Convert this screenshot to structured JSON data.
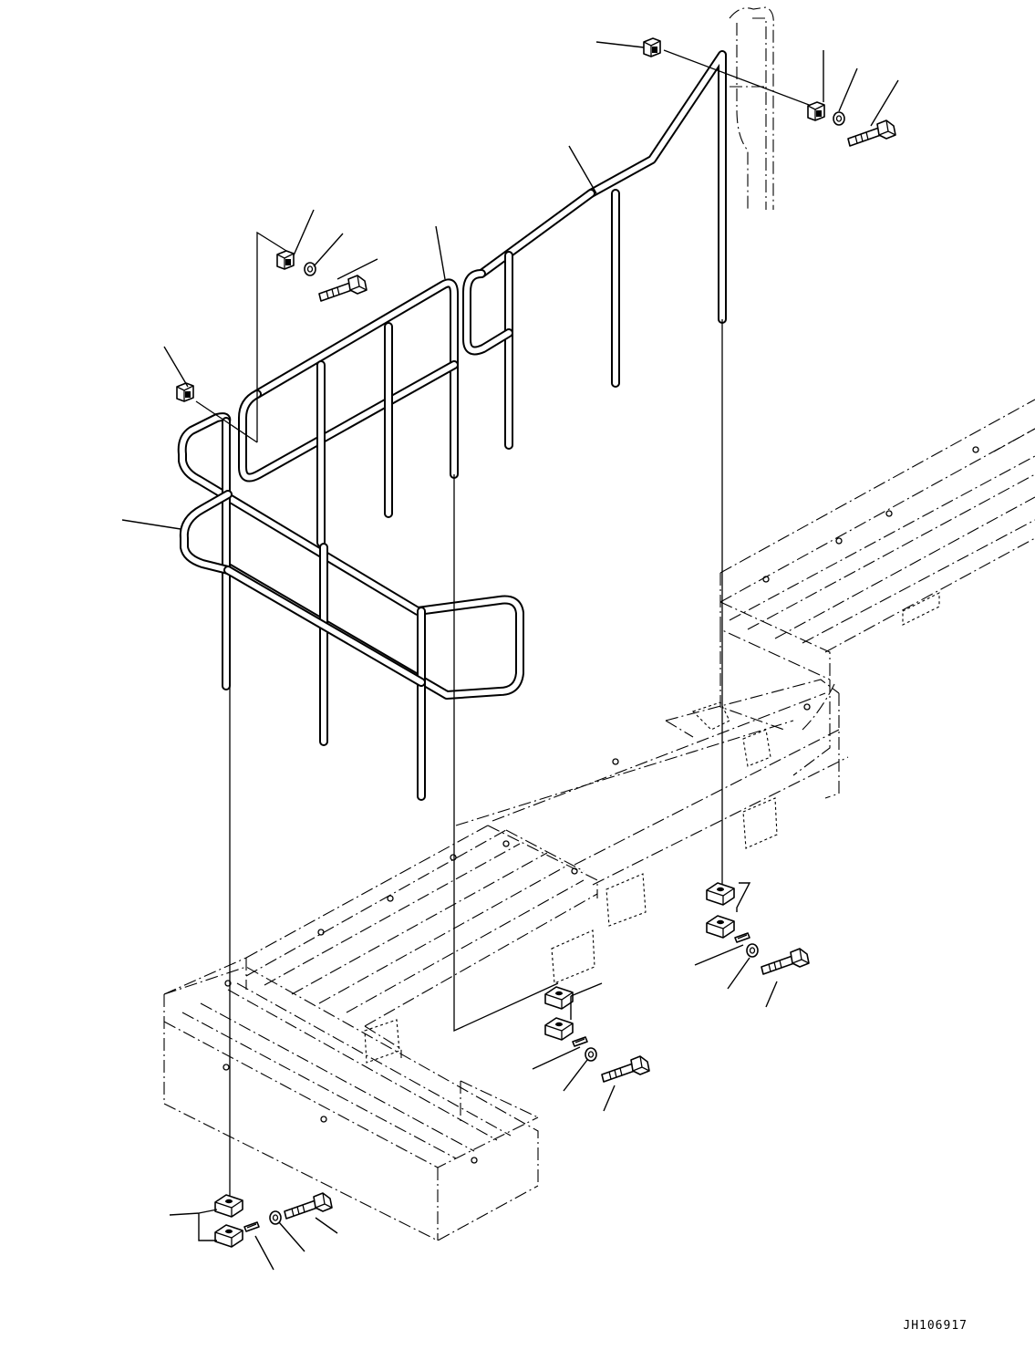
{
  "drawing": {
    "code": "JH106917",
    "line_color": "#000000",
    "background_color": "#ffffff"
  },
  "parts": [
    {
      "name": "handrail-front-upper",
      "icon": "tube-handrail-icon"
    },
    {
      "name": "handrail-front-lower",
      "icon": "tube-handrail-icon"
    },
    {
      "name": "handrail-middle",
      "icon": "tube-handrail-icon"
    },
    {
      "name": "handrail-rear",
      "icon": "tube-handrail-icon"
    },
    {
      "name": "clamp-plate",
      "icon": "clamp-plate-icon"
    },
    {
      "name": "spacer-block",
      "icon": "square-block-icon"
    },
    {
      "name": "shim",
      "icon": "shim-icon"
    },
    {
      "name": "washer",
      "icon": "washer-icon"
    },
    {
      "name": "bolt",
      "icon": "hex-bolt-icon"
    },
    {
      "name": "walkway-frame",
      "icon": "walkway-frame-icon"
    }
  ]
}
